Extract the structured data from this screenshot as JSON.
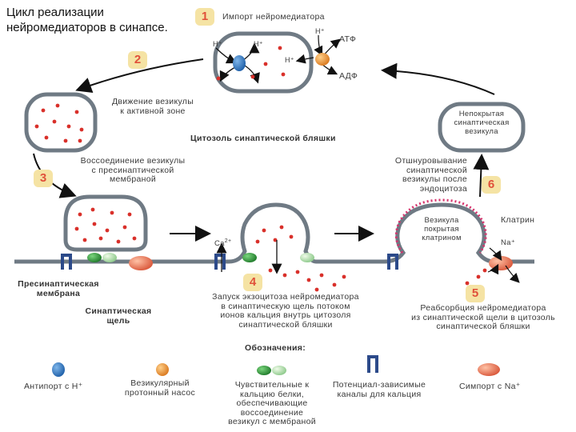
{
  "title_line1": "Цикл реализации",
  "title_line2": "нейромедиаторов в синапсе.",
  "steps": {
    "s1": {
      "number": "1",
      "label": "Импорт нейромедиатора"
    },
    "s2": {
      "number": "2",
      "line1": "Движение везикулы",
      "line2": "к активной зоне"
    },
    "s3": {
      "number": "3",
      "line1": "Воссоединение везикулы",
      "line2": "с пресинаптической",
      "line3": "мембраной"
    },
    "s4": {
      "number": "4",
      "line1": "Запуск экзоцитоза нейромедиатора",
      "line2": "в синаптическую щель потоком",
      "line3": "ионов кальция внутрь цитозоля",
      "line4": "синаптической бляшки"
    },
    "s5": {
      "number": "5",
      "line1": "Реабсорбция нейромедиатора",
      "line2": "из синаптической щели в цитозоль",
      "line3": "синаптической бляшки"
    },
    "s6": {
      "number": "6",
      "line1": "Отшнуровывание",
      "line2": "синаптической",
      "line3": "везикулы после",
      "line4": "эндоцитоза"
    }
  },
  "labels": {
    "h_plus": "H⁺",
    "atp": "АТФ",
    "adp": "АДФ",
    "cytosol": "Цитозоль синаптической бляшки",
    "uncoated_1": "Непокрытая",
    "uncoated_2": "синаптическая",
    "uncoated_3": "везикула",
    "coated_1": "Везикула",
    "coated_2": "покрытая",
    "coated_3": "клатрином",
    "clathrin": "Клатрин",
    "na_plus": "Na⁺",
    "ca": "Ca",
    "ca_sup": "2+",
    "presyn_1": "Пресинаптическая",
    "presyn_2": "мембрана",
    "cleft_1": "Синаптическая",
    "cleft_2": "щель"
  },
  "legend": {
    "heading": "Обозначения:",
    "antiport": "Антипорт с H⁺",
    "pump_1": "Везикулярный",
    "pump_2": "протонный насос",
    "proteins_1": "Чувствительные к",
    "proteins_2": "кальцию белки,",
    "proteins_3": "обеспечивающие",
    "proteins_4": "воссоединение",
    "proteins_5": "везикул с мембраной",
    "channels_1": "Потенциал-зависимые",
    "channels_2": "каналы для кальция",
    "symport": "Симпорт с Na⁺"
  },
  "colors": {
    "membrane": "#6f7a84",
    "dot": "#d9302a",
    "badge_bg": "#f5e3a4",
    "badge_text": "#e0503a",
    "clathrin": "#d6336c",
    "antiport": "#1e6fb8",
    "pump": "#e48a2a",
    "protein_dark": "#2e8b3a",
    "protein_light": "#9fd49a",
    "channel": "#2c4a8a",
    "symport": "#e06a4c"
  }
}
